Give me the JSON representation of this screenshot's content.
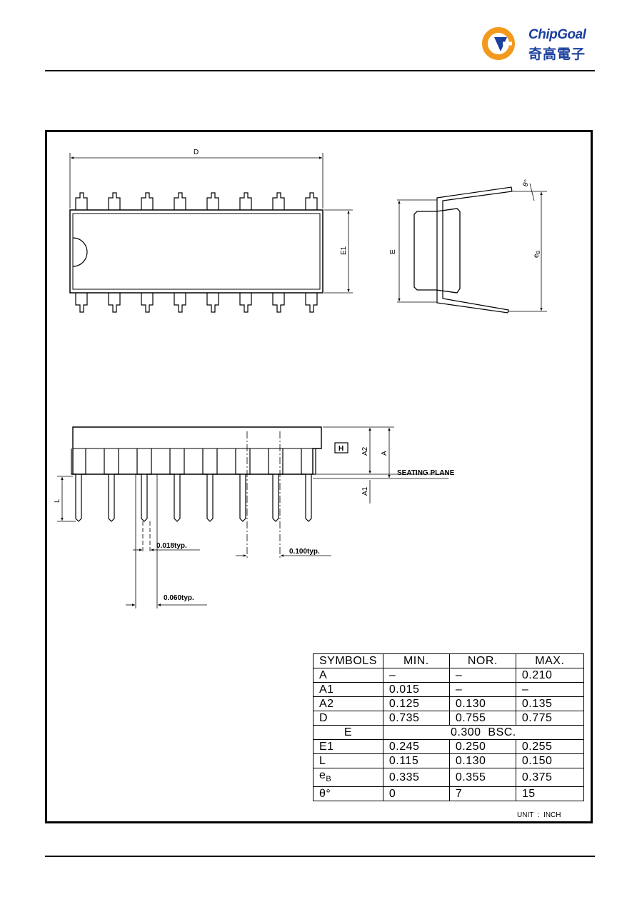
{
  "header": {
    "logo_en": "ChipGoal",
    "logo_cn": "奇高電子",
    "brand_colors": {
      "orange": "#f39a1e",
      "blue": "#1b3f9e"
    }
  },
  "drawing": {
    "top_view": {
      "D": "D",
      "E1": "E1"
    },
    "end_view": {
      "E": "E",
      "eB": "e",
      "eB_sub": "B",
      "theta": "θ°"
    },
    "side_view": {
      "H": "H",
      "A2": "A2",
      "A": "A",
      "A1": "A1",
      "L": "L",
      "seating_plane": "SEATING PLANE",
      "lead_width": "0.018typ.",
      "lead_pitch": "0.100typ.",
      "shoulder_width": "0.060typ."
    }
  },
  "table": {
    "headers": [
      "SYMBOLS",
      "MIN.",
      "NOR.",
      "MAX."
    ],
    "rows": [
      {
        "symbol": "A",
        "min": "–",
        "nor": "–",
        "max": "0.210"
      },
      {
        "symbol": "A1",
        "min": "0.015",
        "nor": "–",
        "max": "–"
      },
      {
        "symbol": "A2",
        "min": "0.125",
        "nor": "0.130",
        "max": "0.135"
      },
      {
        "symbol": "D",
        "min": "0.735",
        "nor": "0.755",
        "max": "0.775"
      },
      {
        "symbol": "E",
        "span": "0.300  BSC."
      },
      {
        "symbol": "E1",
        "min": "0.245",
        "nor": "0.250",
        "max": "0.255"
      },
      {
        "symbol": "L",
        "min": "0.115",
        "nor": "0.130",
        "max": "0.150"
      },
      {
        "symbol": "e",
        "symbol_sub": "B",
        "min": "0.335",
        "nor": "0.355",
        "max": "0.375"
      },
      {
        "symbol": "θ°",
        "min": "0",
        "nor": "7",
        "max": "15"
      }
    ],
    "unit": "UNIT  :  INCH"
  }
}
